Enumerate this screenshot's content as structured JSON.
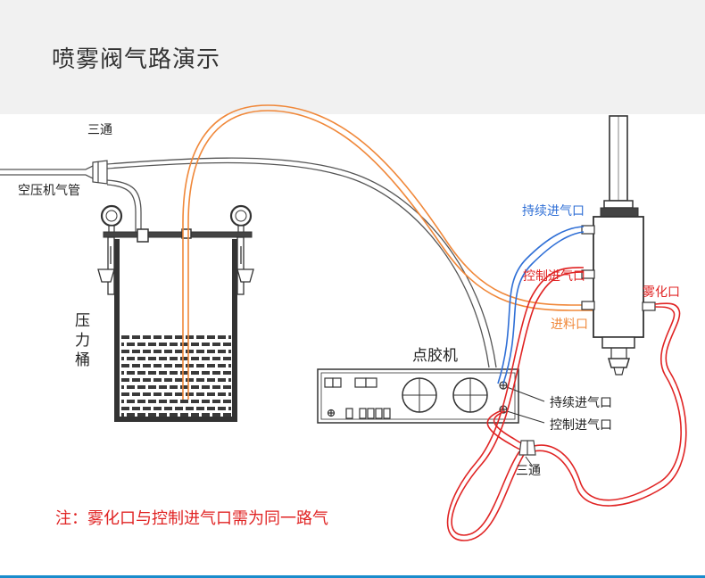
{
  "header": {
    "title": "喷雾阀气路演示"
  },
  "labels": {
    "tee_top": "三通",
    "air_pipe": "空压机气管",
    "tank": [
      "压",
      "力",
      "桶"
    ],
    "dispenser": "点胶机",
    "valve_continuous_inlet": "持续进气口",
    "valve_control_inlet": "控制进气口",
    "valve_material_inlet": "进料口",
    "valve_atomize_port": "雾化口",
    "dispenser_continuous_inlet": "持续进气口",
    "dispenser_control_inlet": "控制进气口",
    "tee_bottom": "三通"
  },
  "note": "注：雾化口与控制进气口需为同一路气",
  "colors": {
    "header_bg": "#f1f1f1",
    "line_dark": "#333333",
    "hose_orange": "#f0883a",
    "hose_blue": "#2f6fd6",
    "hose_red": "#e02424",
    "note_red": "#e02424",
    "bottom_rule": "#1a8ccc"
  }
}
